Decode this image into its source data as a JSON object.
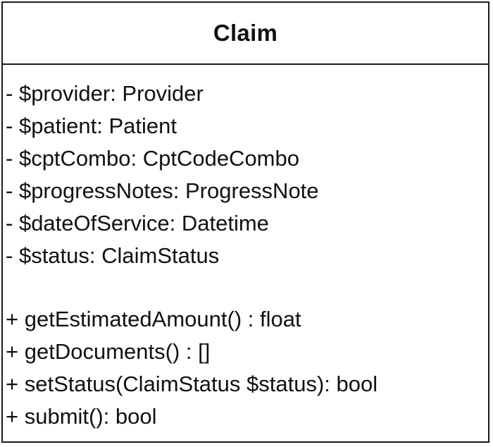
{
  "class": {
    "name": "Claim",
    "attributes": [
      {
        "visibility": "-",
        "text": "$provider: Provider"
      },
      {
        "visibility": "-",
        "text": "$patient: Patient"
      },
      {
        "visibility": "-",
        "text": "$cptCombo: CptCodeCombo"
      },
      {
        "visibility": "-",
        "text": "$progressNotes: ProgressNote"
      },
      {
        "visibility": "-",
        "text": "$dateOfService: Datetime"
      },
      {
        "visibility": "-",
        "text": "$status: ClaimStatus"
      }
    ],
    "methods": [
      {
        "visibility": "+",
        "text": "getEstimatedAmount() : float"
      },
      {
        "visibility": "+",
        "text": "getDocuments() : []"
      },
      {
        "visibility": "+",
        "text": "setStatus(ClaimStatus $status): bool"
      },
      {
        "visibility": "+",
        "text": "submit(): bool"
      }
    ]
  }
}
